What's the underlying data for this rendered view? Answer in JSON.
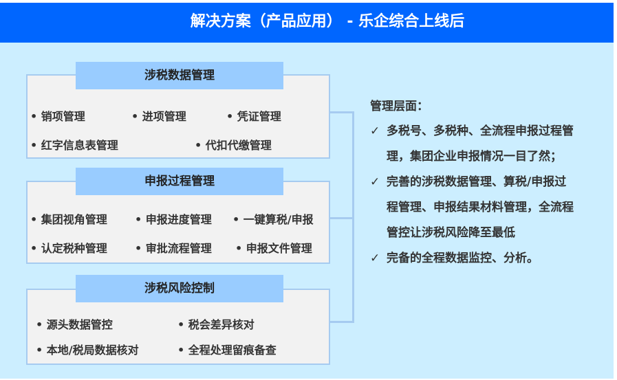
{
  "title": "解决方案（产品应用） - 乐企综合上线后",
  "sections": [
    {
      "title": "涉税数据管理",
      "items": [
        "销项管理",
        "进项管理",
        "凭证管理",
        "红字信息表管理",
        "代扣代缴管理"
      ]
    },
    {
      "title": "申报过程管理",
      "items": [
        "集团视角管理",
        "申报进度管理",
        "一键算税/申报",
        "认定税种管理",
        "审批流程管理",
        "申报文件管理"
      ]
    },
    {
      "title": "涉税风险控制",
      "items": [
        "源头数据管控",
        "税会差异核对",
        "本地/税局数据核对",
        "全程处理留痕备查"
      ]
    }
  ],
  "right": {
    "heading": "管理层面：",
    "check": "✓",
    "points": [
      "多税号、多税种、全流程申报过程管理，集团企业申报情况一目了然；",
      "完善的涉税数据管理、算税/申报过程管理、申报结果材料管理，全流程管控让涉税风险降至最低",
      "完备的全程数据监控、分析。"
    ]
  }
}
